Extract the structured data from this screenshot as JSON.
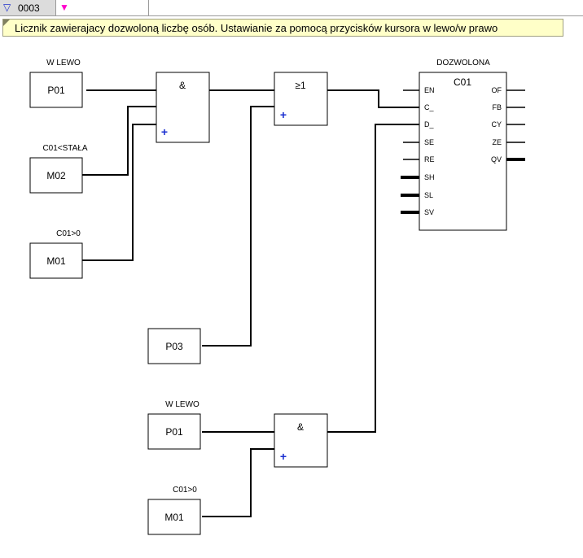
{
  "header": {
    "network_number": "0003",
    "network_icon": "triangle-down-icon",
    "marker_icon": "magenta-triangle-down-icon",
    "accent_color": "#2233cc",
    "marker_color": "#ff00cc"
  },
  "comment": {
    "text": "Licznik zawierajacy dozwoloną liczbę osób. Ustawianie za pomocą przycisków kursora w lewo/w prawo",
    "background": "#ffffc8"
  },
  "blocks": {
    "p01_top": {
      "label": "W LEWO",
      "operand": "P01"
    },
    "m02": {
      "label": "C01<STAŁA",
      "operand": "M02"
    },
    "m01_top": {
      "label": "C01>0",
      "operand": "M01"
    },
    "p03": {
      "operand": "P03"
    },
    "p01_bottom": {
      "label": "W LEWO",
      "operand": "P01"
    },
    "m01_bottom": {
      "label": "C01>0",
      "operand": "M01"
    },
    "and_top": {
      "symbol": "&",
      "neg_marker": "+"
    },
    "or": {
      "symbol": "≥1",
      "neg_marker": "+"
    },
    "and_bottom": {
      "symbol": "&",
      "neg_marker": "+"
    },
    "counter": {
      "label": "DOZWOLONA",
      "name": "C01",
      "inputs": [
        "EN",
        "C_",
        "D_",
        "SE",
        "RE",
        "SH",
        "SL",
        "SV"
      ],
      "outputs": [
        "OF",
        "FB",
        "CY",
        "ZE",
        "QV"
      ]
    }
  }
}
